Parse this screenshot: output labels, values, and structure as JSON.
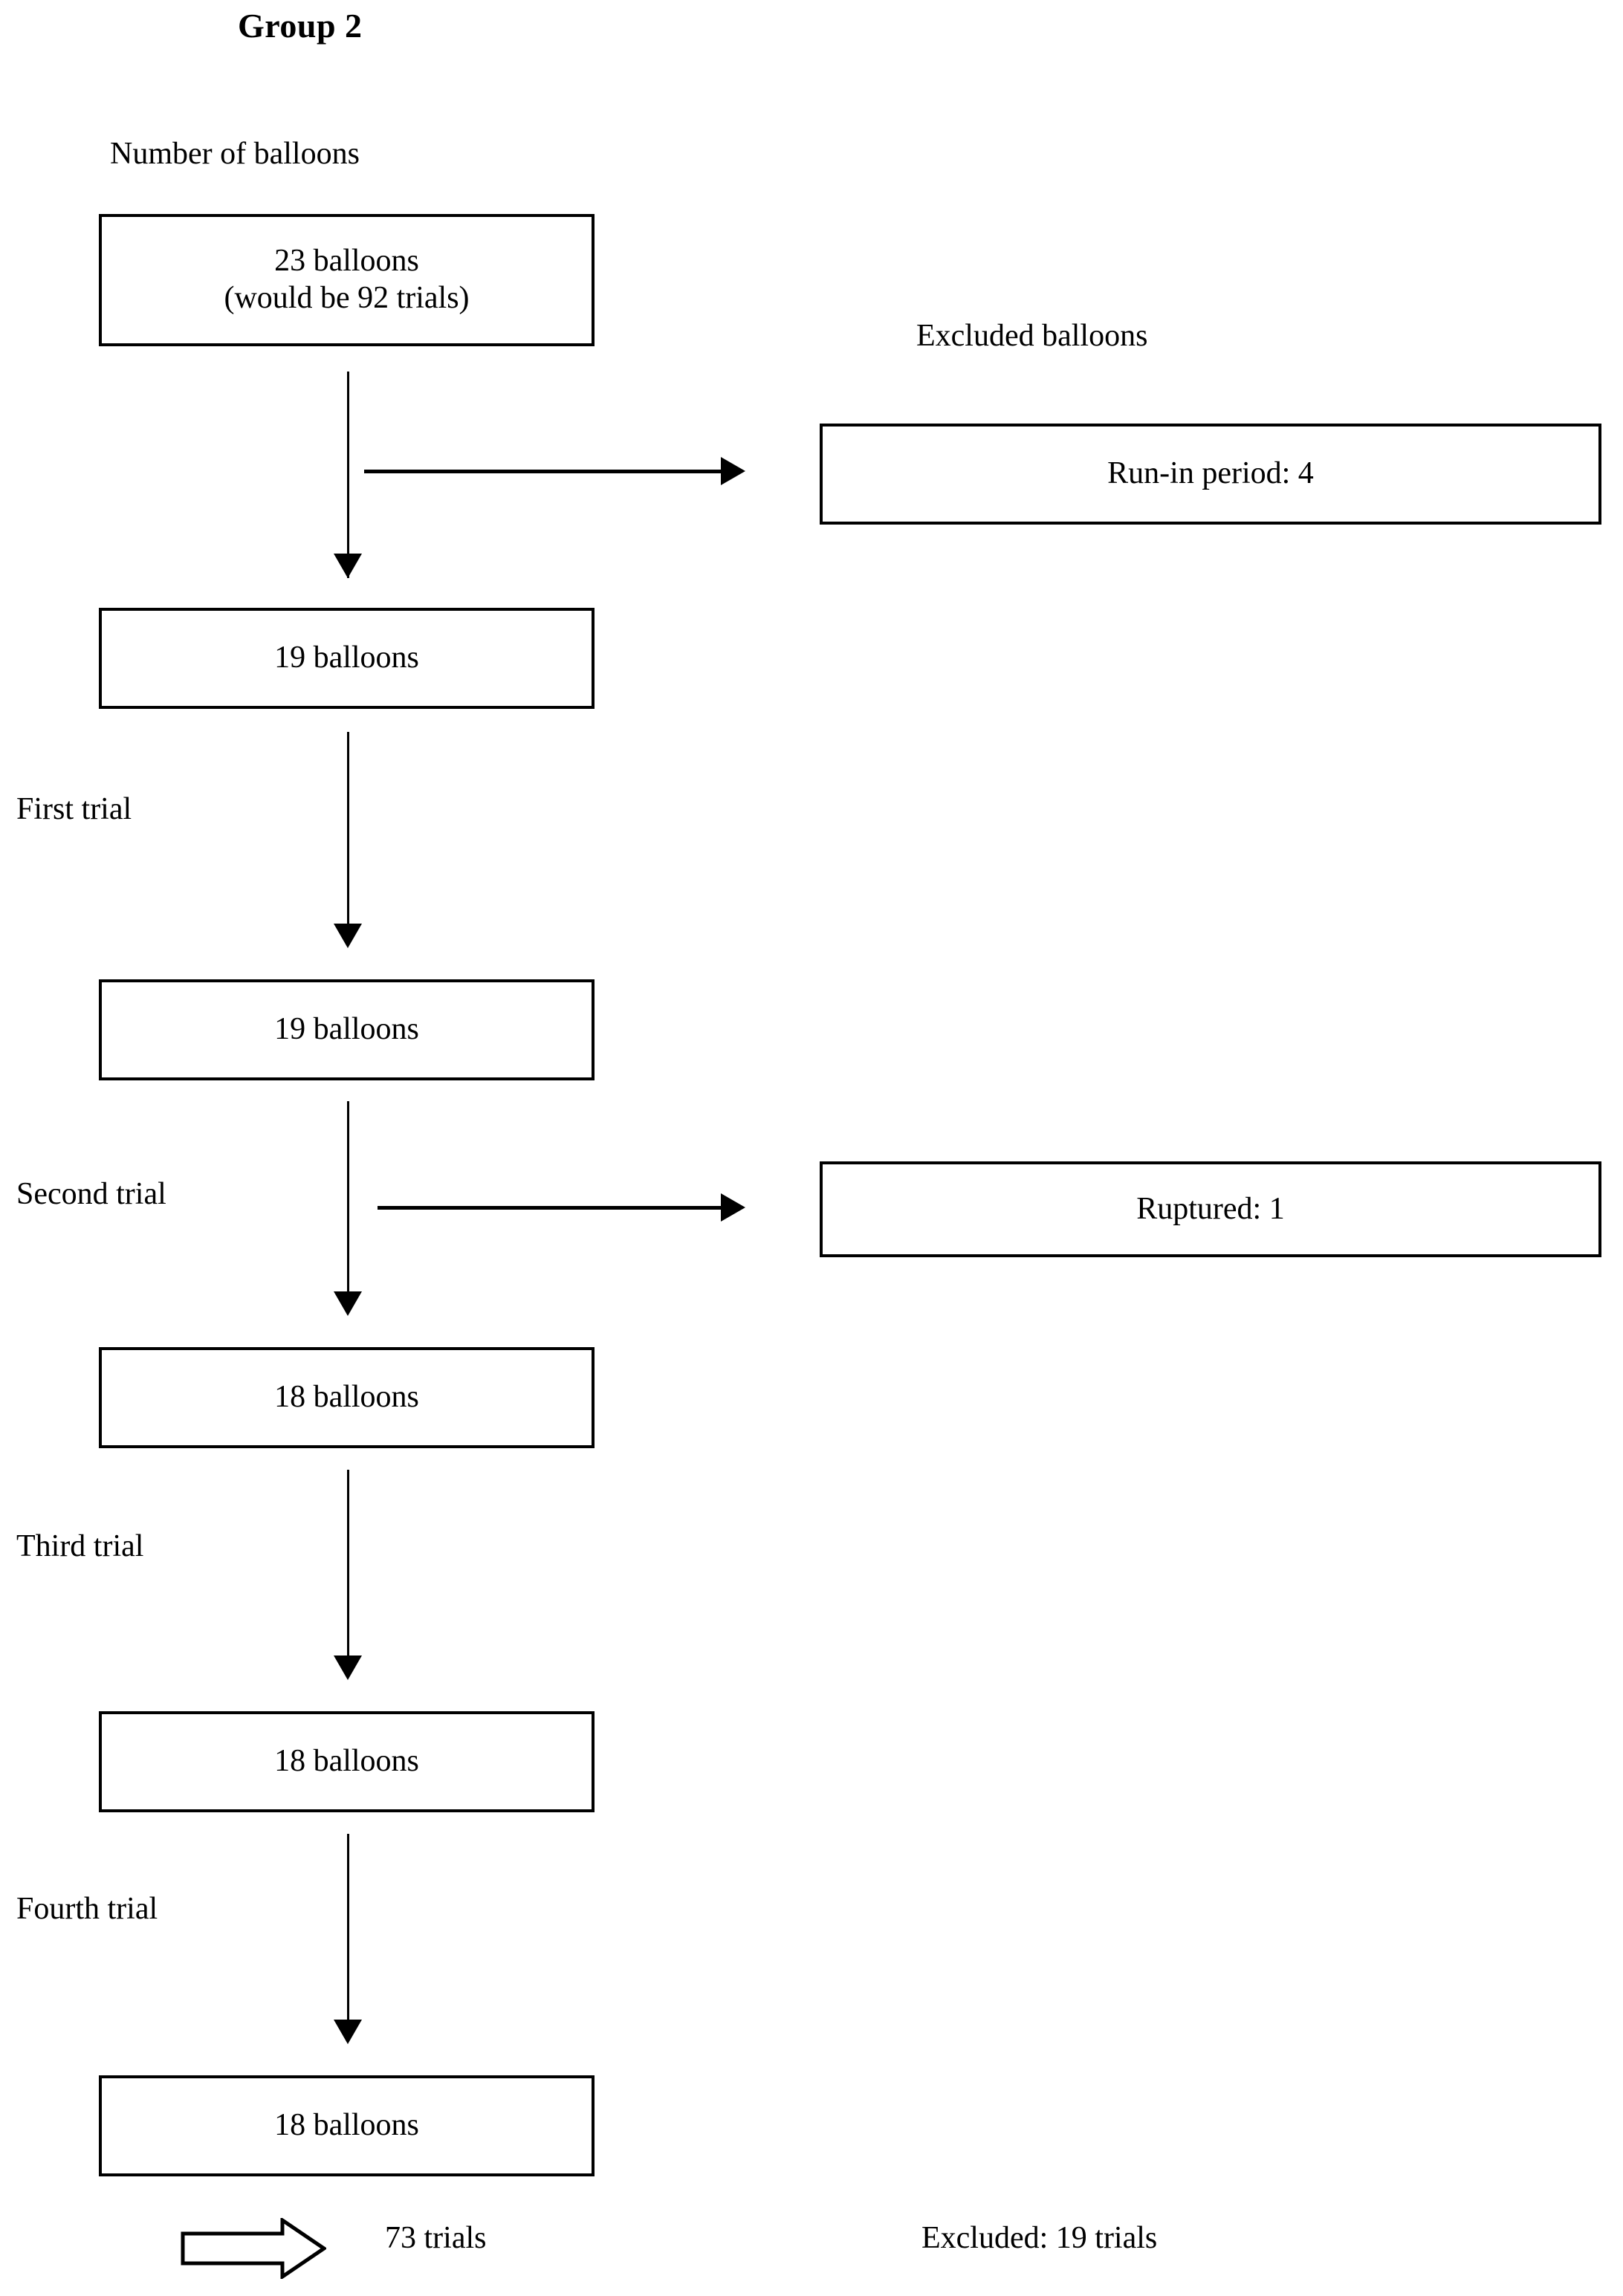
{
  "header": {
    "group_title": "Group 2",
    "left_column_label": "Number of balloons",
    "right_column_label": "Excluded balloons"
  },
  "flow": {
    "nodes": [
      {
        "id": "start",
        "line1": "23 balloons",
        "line2": "(would be 92 trials)"
      },
      {
        "id": "n19a",
        "line1": "19 balloons",
        "line2": ""
      },
      {
        "id": "n19b",
        "line1": "19 balloons",
        "line2": ""
      },
      {
        "id": "n18a",
        "line1": "18 balloons",
        "line2": ""
      },
      {
        "id": "n18b",
        "line1": "18 balloons",
        "line2": ""
      },
      {
        "id": "n18c",
        "line1": "18 balloons",
        "line2": ""
      }
    ],
    "stage_labels": [
      {
        "id": "first",
        "text": "First trial"
      },
      {
        "id": "second",
        "text": "Second trial"
      },
      {
        "id": "third",
        "text": "Third trial"
      },
      {
        "id": "fourth",
        "text": "Fourth trial"
      }
    ],
    "excluded_nodes": [
      {
        "id": "runin",
        "text": "Run-in period: 4"
      },
      {
        "id": "ruptured",
        "text": "Ruptured: 1"
      }
    ]
  },
  "summary": {
    "included_trials": "73 trials",
    "excluded_trials": "Excluded:  19 trials",
    "arrow_icon": "block-arrow-right-icon"
  },
  "colors": {
    "stroke": "#000000",
    "background": "#ffffff",
    "text": "#000000"
  }
}
